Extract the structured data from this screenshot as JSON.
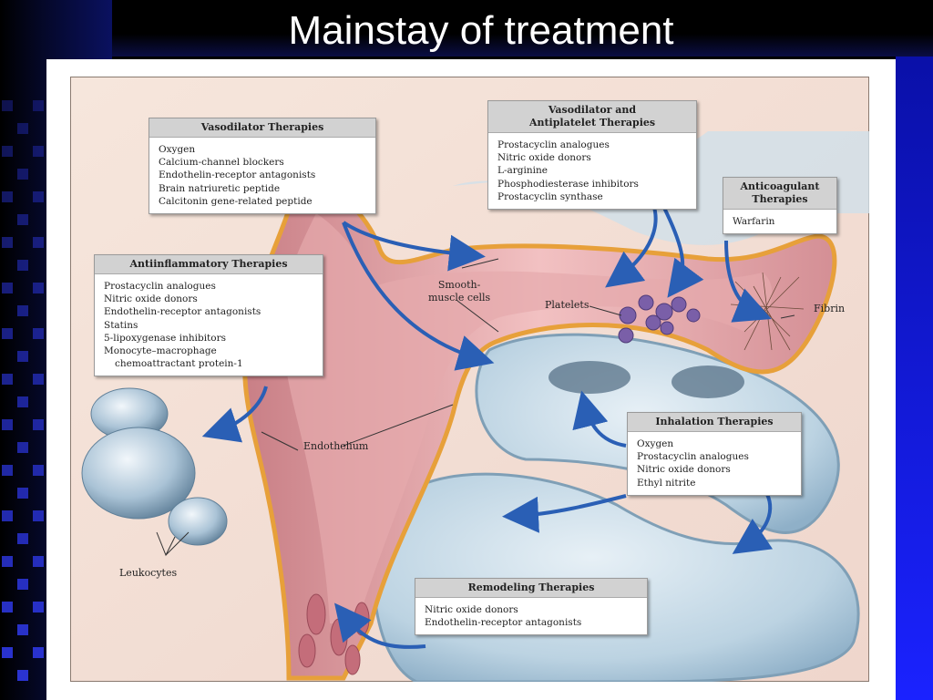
{
  "slide": {
    "title": "Mainstay of treatment"
  },
  "colors": {
    "accent": "#1a22ff",
    "arrow": "#2a5fb5",
    "tissue": "#e8a7ad",
    "lung": "#b9d3e3"
  },
  "boxes": {
    "vasodilator": {
      "title": "Vasodilator Therapies",
      "items": [
        "Oxygen",
        "Calcium-channel blockers",
        "Endothelin-receptor antagonists",
        "Brain natriuretic peptide",
        "Calcitonin gene-related peptide"
      ]
    },
    "vasodilator_antiplatelet": {
      "title_line1": "Vasodilator and",
      "title_line2": "Antiplatelet Therapies",
      "items": [
        "Prostacyclin analogues",
        "Nitric oxide donors",
        "L-arginine",
        "Phosphodiesterase inhibitors",
        "Prostacyclin synthase"
      ]
    },
    "anticoagulant": {
      "title_line1": "Anticoagulant",
      "title_line2": "Therapies",
      "items": [
        "Warfarin"
      ]
    },
    "antiinflammatory": {
      "title": "Antiinflammatory Therapies",
      "items": [
        "Prostacyclin analogues",
        "Nitric oxide donors",
        "Endothelin-receptor antagonists",
        "Statins",
        "5-lipoxygenase inhibitors",
        "Monocyte–macrophage",
        "chemoattractant protein-1"
      ]
    },
    "inhalation": {
      "title": "Inhalation Therapies",
      "items": [
        "Oxygen",
        "Prostacyclin analogues",
        "Nitric oxide donors",
        "Ethyl nitrite"
      ]
    },
    "remodeling": {
      "title": "Remodeling Therapies",
      "items": [
        "Nitric oxide donors",
        "Endothelin-receptor antagonists"
      ]
    }
  },
  "labels": {
    "smooth_muscle_line1": "Smooth-",
    "smooth_muscle_line2": "muscle cells",
    "platelets": "Platelets",
    "fibrin": "Fibrin",
    "endothelium": "Endothelium",
    "leukocytes": "Leukocytes"
  }
}
